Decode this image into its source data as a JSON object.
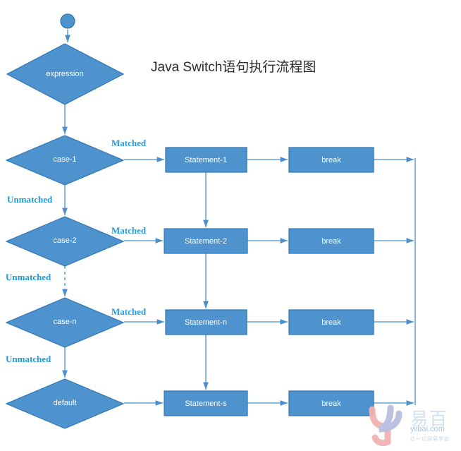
{
  "diagram": {
    "title": "Java Switch语句执行流程图",
    "type": "flowchart",
    "colors": {
      "shape_fill": "#4E93CE",
      "shape_stroke": "#2E75B6",
      "connector": "#4A8FCB",
      "edge_label": "#1E9BE0",
      "node_text": "#FFFFFF",
      "title_text": "#2B2B2B"
    },
    "start_node": {
      "name": "start",
      "shape": "circle"
    },
    "decisions": [
      {
        "label": "expression",
        "shape": "diamond"
      },
      {
        "label": "case-1",
        "shape": "diamond"
      },
      {
        "label": "case-2",
        "shape": "diamond"
      },
      {
        "label": "case-n",
        "shape": "diamond"
      },
      {
        "label": "default",
        "shape": "diamond"
      }
    ],
    "statements": [
      {
        "label": "Statement-1",
        "shape": "rect"
      },
      {
        "label": "Statement-2",
        "shape": "rect"
      },
      {
        "label": "Statement-n",
        "shape": "rect"
      },
      {
        "label": "Statement-s",
        "shape": "rect"
      }
    ],
    "breaks": [
      {
        "label": "break",
        "shape": "rect"
      },
      {
        "label": "break",
        "shape": "rect"
      },
      {
        "label": "break",
        "shape": "rect"
      },
      {
        "label": "break",
        "shape": "rect"
      }
    ],
    "edge_labels": {
      "matched_1": "Matched",
      "matched_2": "Matched",
      "matched_3": "Matched",
      "unmatched_1": "Unmatched",
      "unmatched_2": "Unmatched",
      "unmatched_3": "Unmatched"
    }
  },
  "watermark": {
    "logo": "y6",
    "brand_cn": "易百",
    "url": "yiibai.com",
    "tagline": "让一切容易学会"
  }
}
